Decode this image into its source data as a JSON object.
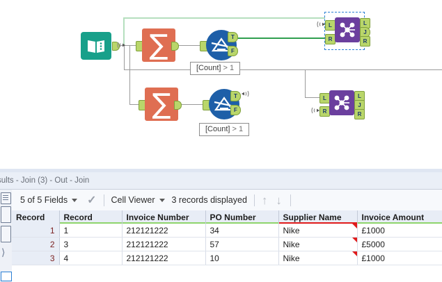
{
  "canvas": {
    "tools": [
      {
        "id": "input-data",
        "name": "input-data-tool",
        "icon": "book-icon"
      },
      {
        "id": "summarize-1",
        "name": "summarize-tool",
        "icon": "sigma-icon"
      },
      {
        "id": "filter-1",
        "name": "filter-tool",
        "icon": "filter-funnel-icon",
        "outputs": [
          "T",
          "F"
        ]
      },
      {
        "id": "summarize-2",
        "name": "summarize-tool",
        "icon": "sigma-icon"
      },
      {
        "id": "filter-2",
        "name": "filter-tool",
        "icon": "filter-funnel-icon",
        "outputs": [
          "T",
          "F"
        ]
      },
      {
        "id": "join-1",
        "name": "join-tool",
        "icon": "join-icon",
        "inputs": [
          "L",
          "R"
        ],
        "outputs": [
          "L",
          "J",
          "R"
        ],
        "selected": true
      },
      {
        "id": "join-2",
        "name": "join-tool",
        "icon": "join-icon",
        "inputs": [
          "L",
          "R"
        ],
        "outputs": [
          "L",
          "J",
          "R"
        ],
        "selected": false
      }
    ],
    "filter_labels": [
      {
        "field": "[Count]",
        "op": "> 1",
        "full": "[Count] > 1"
      },
      {
        "field": "[Count]",
        "op": "> 1",
        "full": "[Count] > 1"
      }
    ],
    "anchors": {
      "true_label": "T",
      "false_label": "F",
      "left_label": "L",
      "right_label": "R",
      "join_label": "J"
    },
    "colors": {
      "input_tool": "#18a08a",
      "summarize_tool": "#df6e52",
      "filter_tool": "#1e5fa8",
      "join_tool": "#6b3f9e",
      "anchor": "#b9d66a",
      "wire": "#9a9a9a",
      "wire_highlight": "#b5dfbe",
      "wire_active": "#2e9e4f",
      "selection": "#2a7fd4"
    }
  },
  "results": {
    "title": "sults - Join (3) - Out - Join",
    "toolbar": {
      "fields_label": "5 of 5 Fields",
      "check_icon": "checkmark-icon",
      "view_label": "Cell Viewer",
      "records_label": "3 records displayed",
      "up_icon": "arrow-up-icon",
      "down_icon": "arrow-down-icon"
    },
    "table": {
      "columns": [
        {
          "label": "Record",
          "underline": "none"
        },
        {
          "label": "Record",
          "underline": "#8ed46b"
        },
        {
          "label": "Invoice Number",
          "underline": "#8ed46b"
        },
        {
          "label": "PO Number",
          "underline": "#8ed46b"
        },
        {
          "label": "Supplier Name",
          "underline": "#e01b1b"
        },
        {
          "label": "Invoice Amount",
          "underline": "#8ed46b"
        }
      ],
      "rows": [
        {
          "no": "1",
          "record": "1",
          "invoice_number": "212121222",
          "po_number": "34",
          "supplier_name": "Nike",
          "invoice_amount": "£1000"
        },
        {
          "no": "2",
          "record": "3",
          "invoice_number": "212121222",
          "po_number": "57",
          "supplier_name": "Nike",
          "invoice_amount": "£5000"
        },
        {
          "no": "3",
          "record": "4",
          "invoice_number": "212121222",
          "po_number": "10",
          "supplier_name": "Nike",
          "invoice_amount": "£1000"
        }
      ]
    }
  }
}
